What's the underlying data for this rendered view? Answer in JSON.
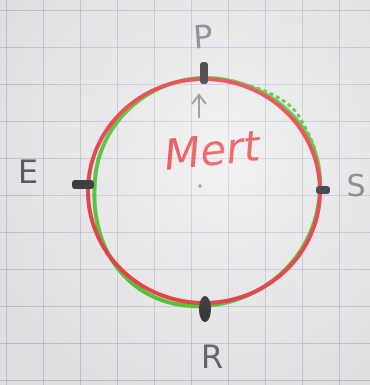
{
  "labels": {
    "top": "P",
    "left": "E",
    "right": "S",
    "bottom": "R",
    "center": "Mert"
  },
  "colors": {
    "paper": "#ececee",
    "grid": "#9aa3be",
    "red_ink": "#e8242c",
    "green_ink": "#3fbf1e",
    "black_ink": "#1e1e22",
    "pencil": "#7c7f86"
  },
  "icons": [
    "up-arrow-icon"
  ]
}
